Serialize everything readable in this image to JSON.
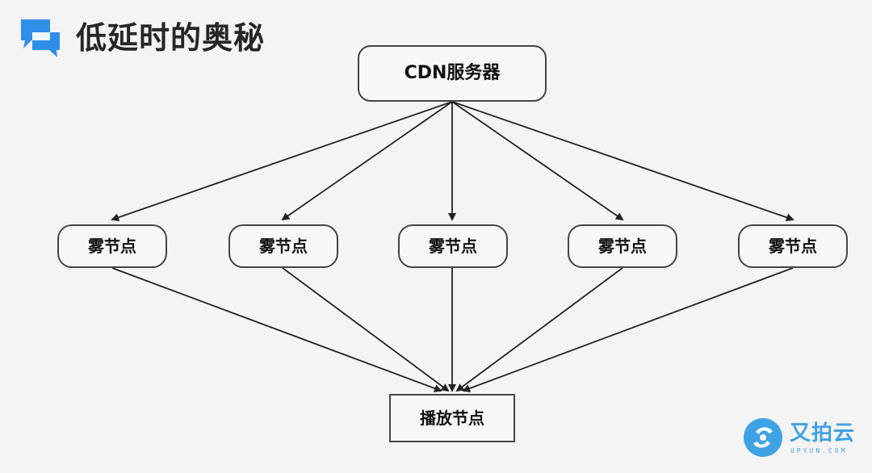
{
  "page": {
    "title": "低延时的奥秘",
    "title_icon": "chat-bubbles-icon"
  },
  "diagram": {
    "server_label": "CDN服务器",
    "fog_nodes": [
      {
        "label": "雾节点"
      },
      {
        "label": "雾节点"
      },
      {
        "label": "雾节点"
      },
      {
        "label": "雾节点"
      },
      {
        "label": "雾节点"
      }
    ],
    "playback_node_label": "播放节点"
  },
  "branding": {
    "logo_icon": "upyun-logo-icon",
    "name": "又拍云",
    "domain": "UPYUN.COM",
    "accent_color": "#3fa2e3"
  },
  "colors": {
    "background": "#f4f4f4",
    "title_icon": "#2f8fe8",
    "node_border": "#444444",
    "arrow": "#222222"
  }
}
